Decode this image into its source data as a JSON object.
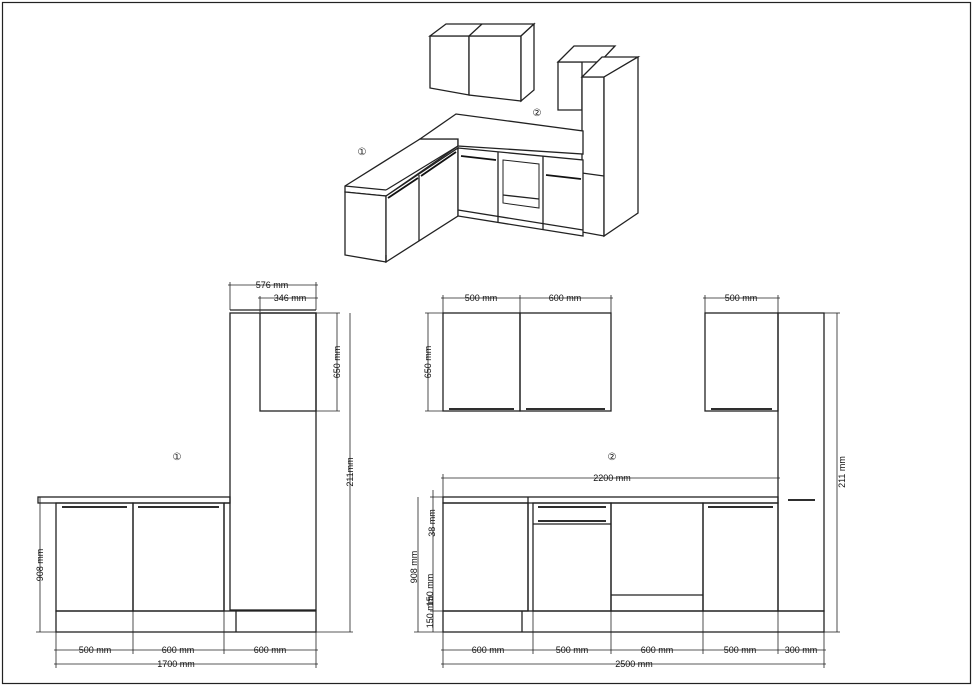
{
  "markers": {
    "one": "①",
    "two": "②"
  },
  "plan1": {
    "top_576": "576 mm",
    "top_346": "346 mm",
    "right_650": "650 mm",
    "right_211": "211mm",
    "left_908": "908 mm",
    "bottom_500": "500 mm",
    "bottom_600a": "600 mm",
    "bottom_600b": "600 mm",
    "total": "1700 mm"
  },
  "plan2": {
    "top_500a": "500 mm",
    "top_600": "600 mm",
    "top_500b": "500 mm",
    "left_650": "650 mm",
    "worktop_2200": "2200 mm",
    "right_211": "211 mm",
    "left_38": "38 mm",
    "left_908": "908 mm",
    "left_150": "150 mm",
    "left_150b": "150 mm",
    "bottom_600a": "600 mm",
    "bottom_500a": "500 mm",
    "bottom_600b": "600 mm",
    "bottom_500b": "500 mm",
    "bottom_300": "300 mm",
    "total": "2500 mm"
  }
}
